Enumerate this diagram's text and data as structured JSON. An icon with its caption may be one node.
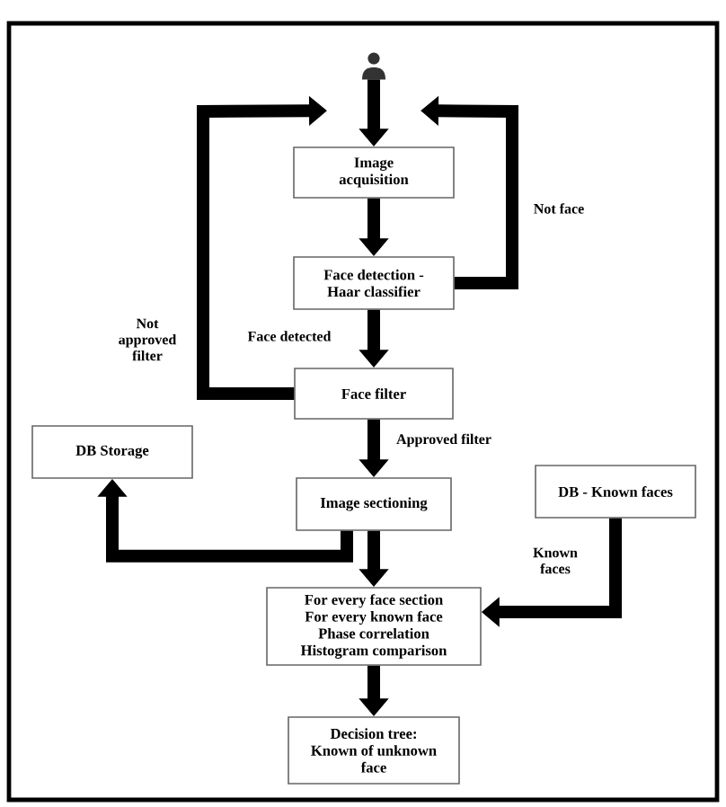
{
  "diagram": {
    "nodes": [
      {
        "text": [],
        "shape": "person"
      },
      {
        "text": [
          "Image acquisition"
        ]
      },
      {
        "text": [
          "Face detection - Haar classifier"
        ]
      },
      {
        "text": [
          "Face filter"
        ]
      },
      {
        "text": [
          "DB Storage"
        ]
      },
      {
        "text": [
          "Image sectioning"
        ]
      },
      {
        "text": [
          "DB - Known faces"
        ]
      },
      {
        "text": [
          "For every face section",
          "For every known face",
          "Phase correlation",
          "Histogram comparison"
        ]
      },
      {
        "text": [
          "Decision tree:",
          "Known of unknown face"
        ]
      }
    ],
    "edges": [
      {
        "from": 0,
        "to": 1,
        "arrow": "to"
      },
      {
        "from": 1,
        "to": 2,
        "arrow": "to"
      },
      {
        "from": 2,
        "to": 3,
        "arrow": "to",
        "label": "Face detected"
      },
      {
        "from": 2,
        "to": 1,
        "arrow": "to",
        "label": "Not face"
      },
      {
        "from": 3,
        "to": 1,
        "arrow": "to",
        "label": "Not approved filter"
      },
      {
        "from": 3,
        "to": 5,
        "arrow": "to",
        "label": "Approved filter"
      },
      {
        "from": 5,
        "to": 4,
        "arrow": "to"
      },
      {
        "from": 5,
        "to": 7,
        "arrow": "to"
      },
      {
        "from": 6,
        "to": 7,
        "arrow": "to",
        "label": "Known faces"
      },
      {
        "from": 7,
        "to": 8,
        "arrow": "to"
      }
    ]
  }
}
